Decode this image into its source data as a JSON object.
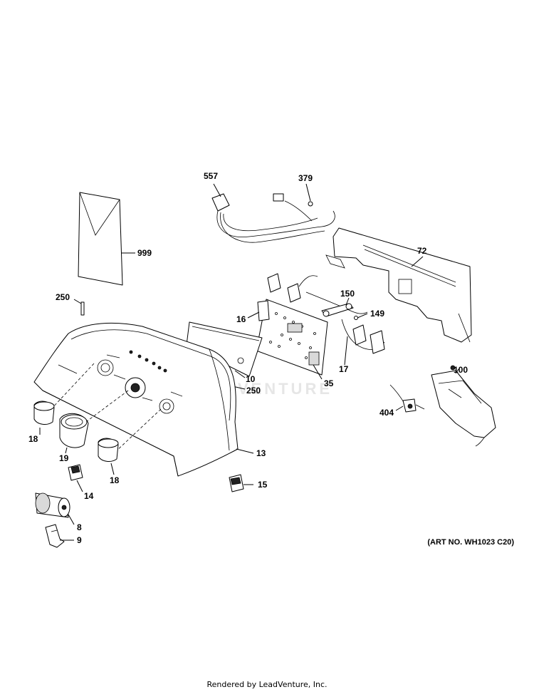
{
  "diagram": {
    "parts": [
      {
        "id": "557",
        "label": "557"
      },
      {
        "id": "379",
        "label": "379"
      },
      {
        "id": "72",
        "label": "72"
      },
      {
        "id": "999",
        "label": "999"
      },
      {
        "id": "250a",
        "label": "250"
      },
      {
        "id": "150",
        "label": "150"
      },
      {
        "id": "16",
        "label": "16"
      },
      {
        "id": "149",
        "label": "149"
      },
      {
        "id": "17",
        "label": "17"
      },
      {
        "id": "10",
        "label": "10"
      },
      {
        "id": "250b",
        "label": "250"
      },
      {
        "id": "35",
        "label": "35"
      },
      {
        "id": "100",
        "label": "100"
      },
      {
        "id": "404",
        "label": "404"
      },
      {
        "id": "18a",
        "label": "18"
      },
      {
        "id": "19",
        "label": "19"
      },
      {
        "id": "18b",
        "label": "18"
      },
      {
        "id": "13",
        "label": "13"
      },
      {
        "id": "14",
        "label": "14"
      },
      {
        "id": "15",
        "label": "15"
      },
      {
        "id": "8",
        "label": "8"
      },
      {
        "id": "9",
        "label": "9"
      }
    ],
    "art_number": "(ART NO. WH1023 C20)",
    "watermark": "LEADVENTURE"
  },
  "footer": {
    "text": "Rendered by LeadVenture, Inc."
  }
}
